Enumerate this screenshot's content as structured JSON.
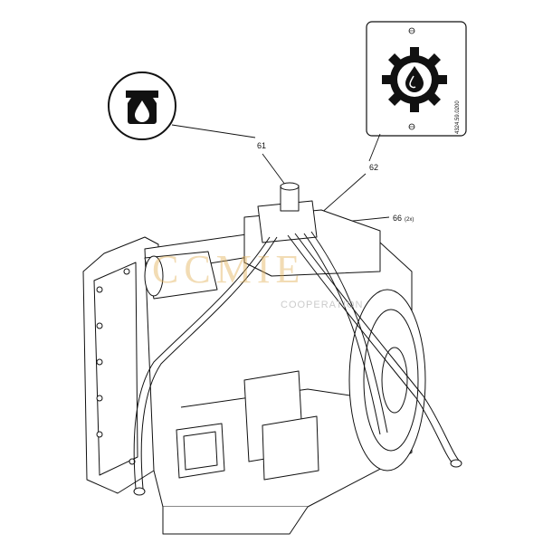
{
  "callouts": {
    "oil_filler": "61",
    "breather": "62",
    "screws": "66",
    "screws_qty": "(2x)"
  },
  "decal_code": "4324.59.0200",
  "watermark": {
    "brand": "CCMIE",
    "sub": "COOPERATION"
  },
  "colors": {
    "line": "#111111",
    "watermark": "#e3b25a"
  },
  "icons": {
    "oil_symbol": "oil-drop-icon",
    "gear_oil_decal": "gear-oil-drop-icon"
  }
}
